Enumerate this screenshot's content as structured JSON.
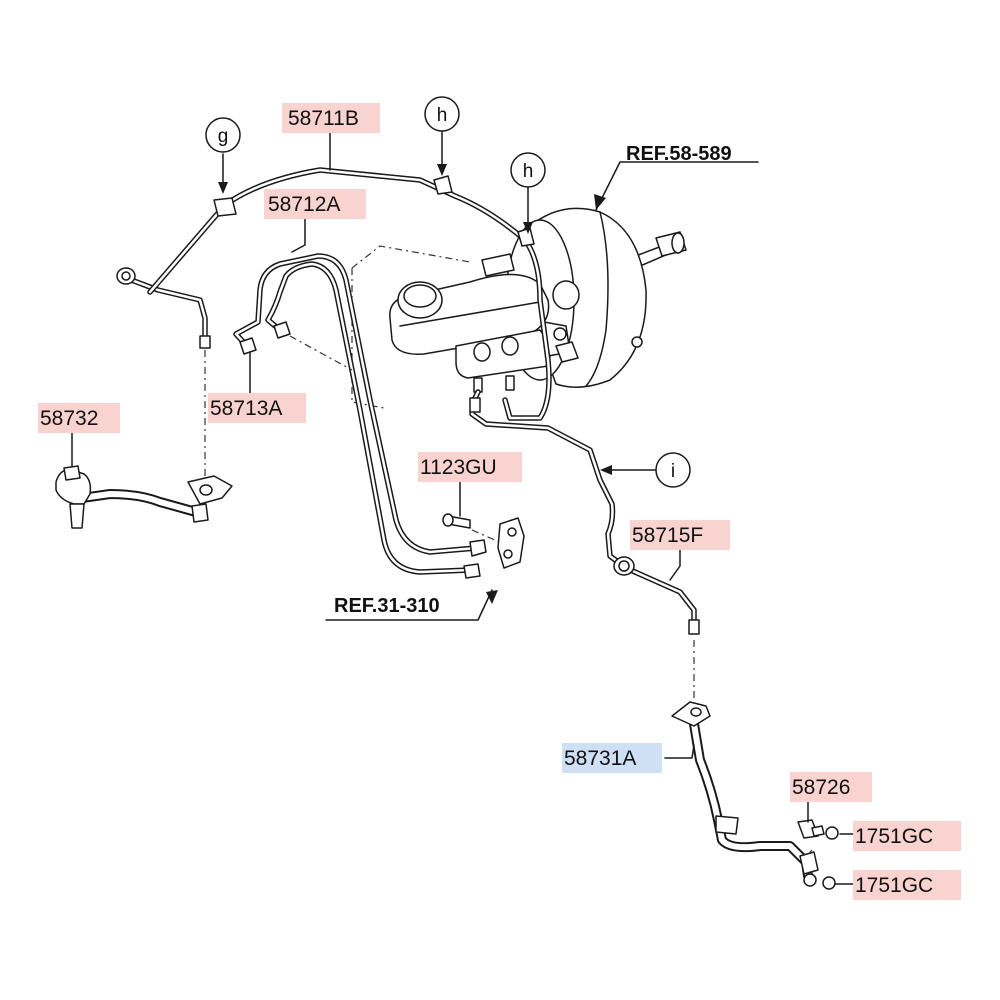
{
  "colors": {
    "label_bg": "#f9d3cf",
    "label_bg_selected": "#cfe0f5",
    "line": "#1a1a1a"
  },
  "labels": {
    "p58711B": "58711B",
    "p58712A": "58712A",
    "p58713A": "58713A",
    "p58732": "58732",
    "p1123GU": "1123GU",
    "p58715F": "58715F",
    "p58731A": "58731A",
    "p58726": "58726",
    "p1751GC_1": "1751GC",
    "p1751GC_2": "1751GC"
  },
  "references": {
    "ref_booster": "REF.58-589",
    "ref_bracket": "REF.31-310"
  },
  "circle_markers": {
    "g": "g",
    "h1": "h",
    "h2": "h",
    "i": "i"
  }
}
